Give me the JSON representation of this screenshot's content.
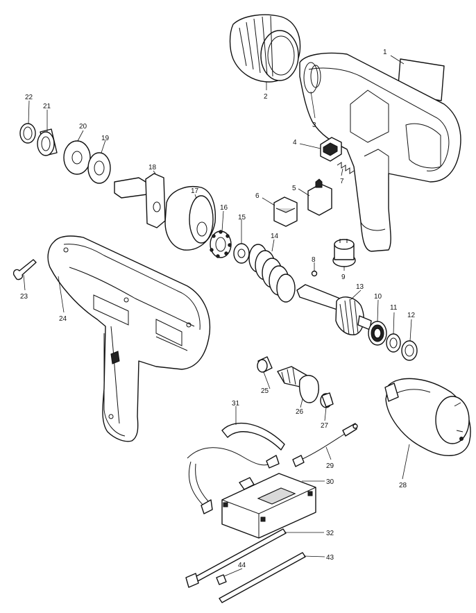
{
  "diagram": {
    "callouts": [
      "1",
      "2",
      "3",
      "4",
      "5",
      "6",
      "7",
      "8",
      "9",
      "10",
      "11",
      "12",
      "13",
      "14",
      "15",
      "16",
      "17",
      "18",
      "19",
      "20",
      "21",
      "22",
      "23",
      "24",
      "25",
      "26",
      "27",
      "28",
      "29",
      "30",
      "31",
      "32",
      "43",
      "44"
    ]
  }
}
